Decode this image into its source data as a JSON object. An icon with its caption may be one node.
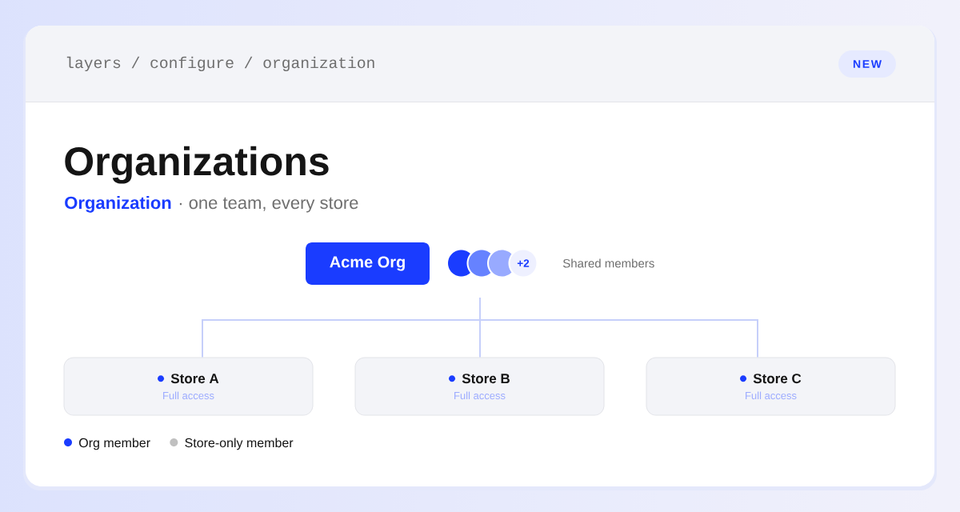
{
  "diagram": {
    "title": "Organizations",
    "nodes": [
      {
        "text": [
          "Acme Org"
        ]
      },
      {
        "text": [],
        "shape": "circle"
      },
      {
        "text": [],
        "shape": "circle"
      },
      {
        "text": [],
        "shape": "circle"
      },
      {
        "text": [
          "+2"
        ],
        "beside": [
          "Shared members"
        ]
      },
      {
        "text": [
          "Store A",
          "Full access"
        ]
      },
      {
        "text": [
          "Store B",
          "Full access"
        ]
      },
      {
        "text": [
          "Store C",
          "Full access"
        ]
      }
    ],
    "edges": [
      {
        "from": null,
        "to": 5,
        "arrow": "none"
      },
      {
        "from": null,
        "to": 6,
        "arrow": "none"
      },
      {
        "from": null,
        "to": 7,
        "arrow": "none"
      }
    ],
    "labels": [
      "layers / configure / organization",
      "NEW",
      "Organization",
      "· one team, every store"
    ],
    "legend": [
      {
        "text": "Org member",
        "color": "#1a3cff"
      },
      {
        "text": "Store-only member",
        "color": "#c0c0c0"
      }
    ]
  }
}
